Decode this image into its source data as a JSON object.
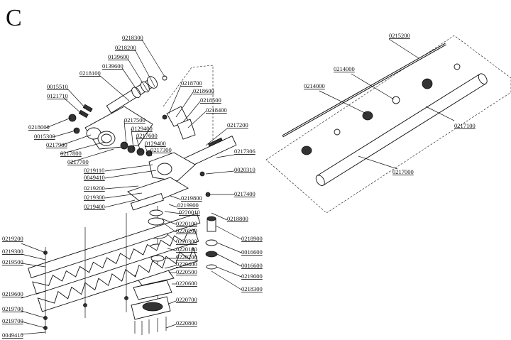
{
  "figure_letter": "C",
  "left_labels": [
    "0218300",
    "0218200",
    "0139600",
    "0139600",
    "0218100",
    "0015510",
    "0121710",
    "0218000",
    "0015300",
    "0217900",
    "0217800",
    "0217700",
    "0219110",
    "0049410",
    "0219200",
    "0219300",
    "0219400",
    "0217500",
    "0129400",
    "0217600",
    "0129400",
    "0217300",
    "0218700",
    "0218600",
    "0218500",
    "0218400",
    "0217200",
    "0217306",
    "0020310",
    "0217400",
    "0219800",
    "0219900",
    "0220010",
    "0218800",
    "0220100",
    "0220200",
    "0218900",
    "0220300",
    "0016600",
    "0220100",
    "0220200",
    "0016600",
    "0220400",
    "0219000",
    "0220500",
    "0218300",
    "0220600",
    "0220700",
    "0220800",
    "0219200",
    "0219300",
    "0219500",
    "0219600",
    "0219700",
    "0219700",
    "0049410"
  ],
  "right_labels": [
    "0215200",
    "0214000",
    "0214000",
    "0217100",
    "0217000"
  ]
}
